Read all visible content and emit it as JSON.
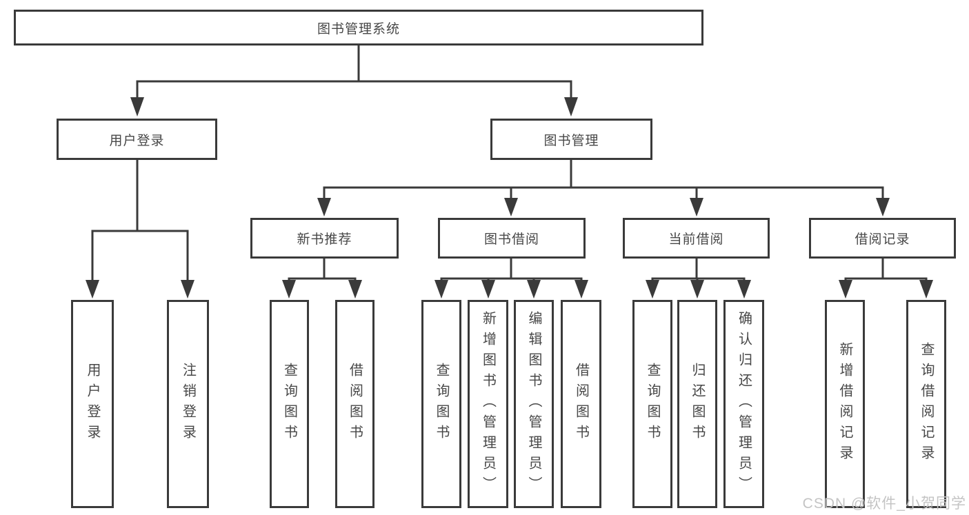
{
  "diagram": {
    "title": "图书管理系统",
    "level2": {
      "user_login": "用户登录",
      "book_management": "图书管理"
    },
    "level3": {
      "new_book_recommend": "新书推荐",
      "book_borrow": "图书借阅",
      "current_borrow": "当前借阅",
      "borrow_records": "借阅记录"
    },
    "leaves": {
      "user_login": "用户登录",
      "logout": "注销登录",
      "rec_query_books": "查询图书",
      "rec_borrow_books": "借阅图书",
      "bb_query_books": "查询图书",
      "bb_add_books": "新增图书（管理员）",
      "bb_edit_books": "编辑图书（管理员）",
      "bb_borrow_books": "借阅图书",
      "cb_query_books": "查询图书",
      "cb_return_books": "归还图书",
      "cb_confirm_return": "确认归还（管理员）",
      "br_add_record": "新增借阅记录",
      "br_query_record": "查询借阅记录"
    }
  },
  "watermark": "CSDN @软件_小贺同学",
  "colors": {
    "line": "#3a3a3a",
    "text": "#474747",
    "watermark": "#c4c4c4",
    "background": "#ffffff"
  }
}
